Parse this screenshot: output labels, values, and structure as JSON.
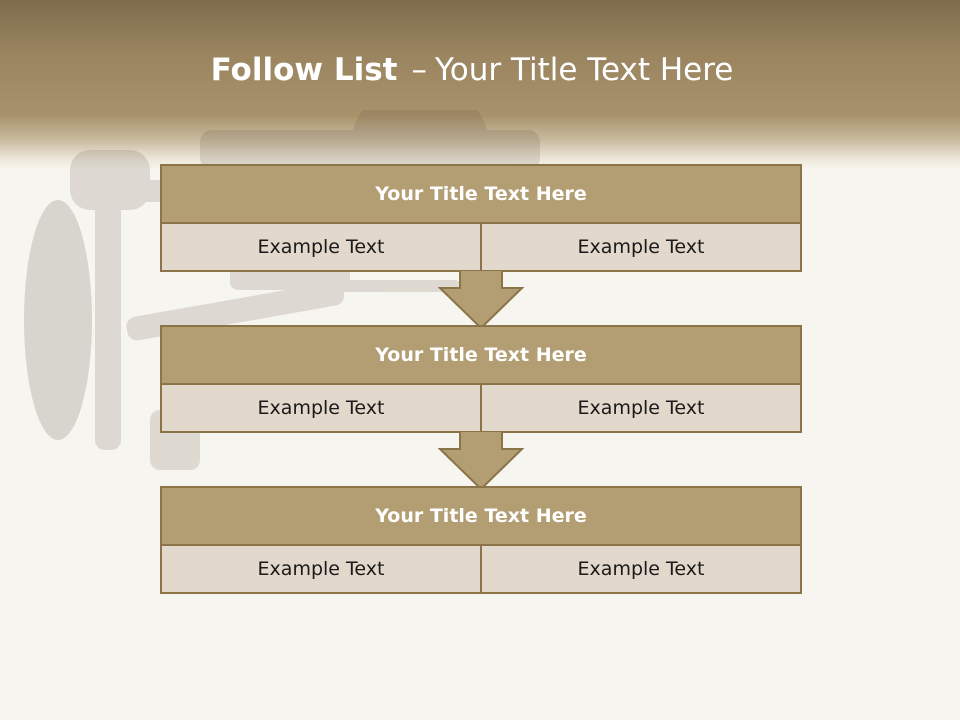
{
  "slide": {
    "title_bold": "Follow List",
    "title_dash": "–",
    "title_rest": "Your Title Text Here"
  },
  "steps": [
    {
      "title": "Your Title Text Here",
      "left": "Example Text",
      "right": "Example Text"
    },
    {
      "title": "Your Title Text Here",
      "left": "Example Text",
      "right": "Example Text"
    },
    {
      "title": "Your Title Text Here",
      "left": "Example Text",
      "right": "Example Text"
    }
  ],
  "colors": {
    "header": "#8b7855",
    "block_title": "#b39d72",
    "block_cell": "#e2d8cc",
    "border": "#8a7448"
  }
}
